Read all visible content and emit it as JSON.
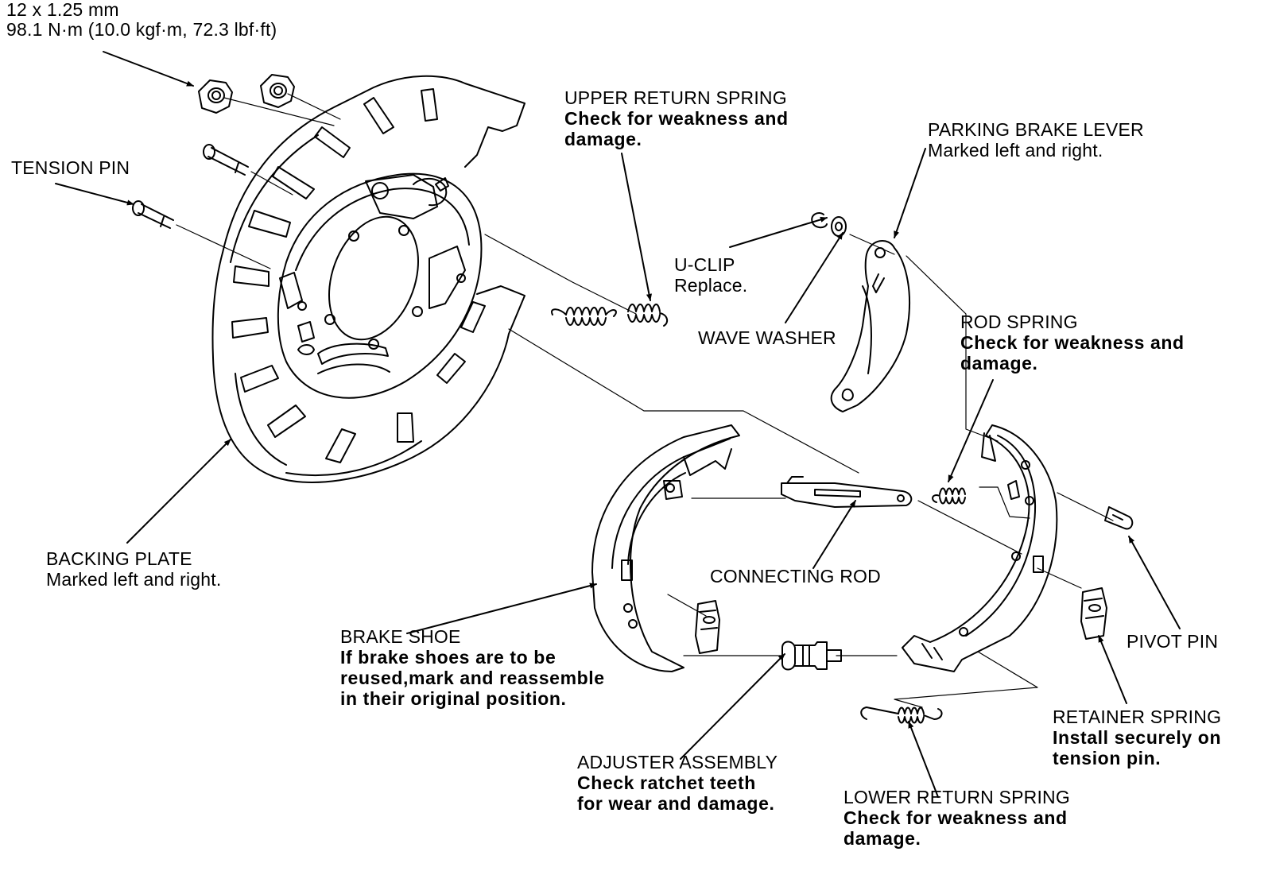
{
  "torque": {
    "size": "12 x 1.25 mm",
    "value": "98.1 N·m (10.0 kgf·m, 72.3 lbf·ft)"
  },
  "labels": {
    "tension_pin": {
      "title": "TENSION PIN"
    },
    "backing_plate": {
      "title": "BACKING PLATE",
      "note": "Marked left and right."
    },
    "upper_return_spring": {
      "title": "UPPER RETURN SPRING",
      "note1": "Check for weakness and",
      "note2": "damage."
    },
    "parking_brake_lever": {
      "title": "PARKING BRAKE LEVER",
      "note": "Marked left and right."
    },
    "u_clip": {
      "title": "U-CLIP",
      "note": "Replace."
    },
    "wave_washer": {
      "title": "WAVE WASHER"
    },
    "rod_spring": {
      "title": "ROD SPRING",
      "note1": "Check for weakness and",
      "note2": "damage."
    },
    "connecting_rod": {
      "title": "CONNECTING ROD"
    },
    "brake_shoe": {
      "title": "BRAKE SHOE",
      "note1": "If brake shoes are to be",
      "note2": "reused,mark and reassemble",
      "note3": "in their original position."
    },
    "pivot_pin": {
      "title": "PIVOT PIN"
    },
    "adjuster_assembly": {
      "title": "ADJUSTER ASSEMBLY",
      "note1": "Check ratchet teeth",
      "note2": "for wear and damage."
    },
    "retainer_spring": {
      "title": "RETAINER SPRING",
      "note1": "Install securely on",
      "note2": "tension pin."
    },
    "lower_return_spring": {
      "title": "LOWER RETURN SPRING",
      "note1": "Check for weakness and",
      "note2": "damage."
    }
  }
}
